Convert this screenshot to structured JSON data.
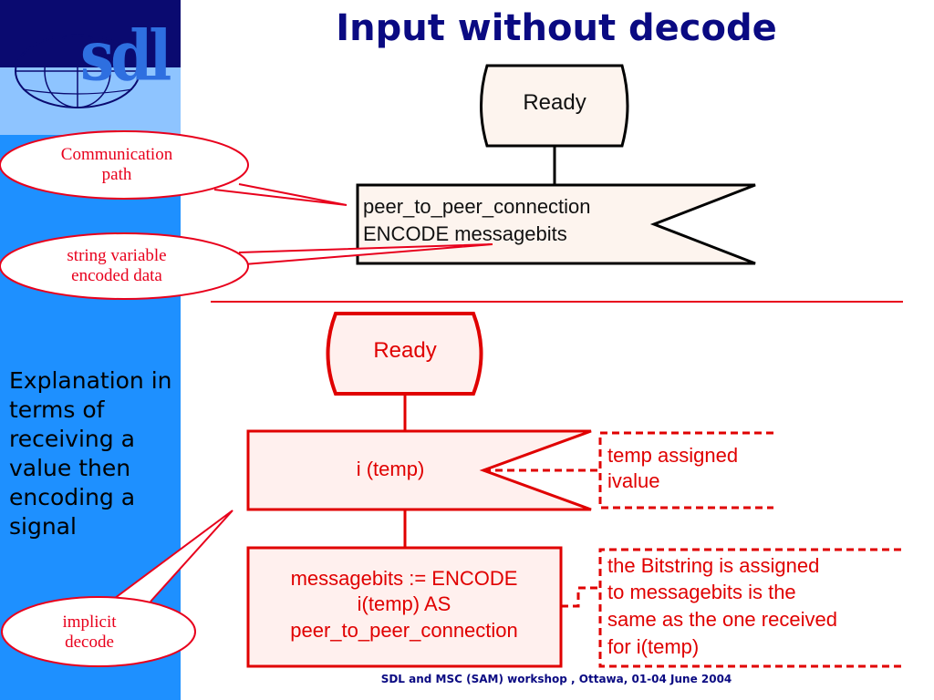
{
  "slide": {
    "title": "Input without decode",
    "logo_text": "sdl",
    "explanation": "Explanation in terms of receiving a value then encoding a signal",
    "footer": "SDL and MSC (SAM) workshop , Ottawa, 01-04 June 2004"
  },
  "top_diagram": {
    "state_label": "Ready",
    "input_line1": "peer_to_peer_connection",
    "input_line2": "ENCODE messagebits"
  },
  "bottom_diagram": {
    "state_label": "Ready",
    "input_label": "i (temp)",
    "task_line1": "messagebits := ENCODE",
    "task_line2": "i(temp)  AS",
    "task_line3": "peer_to_peer_connection"
  },
  "comments": {
    "comment1_line1": "temp assigned",
    "comment1_line2": "ivalue",
    "comment2_line1": "the Bitstring is assigned",
    "comment2_line2": "to messagebits is the",
    "comment2_line3": "same as the one received",
    "comment2_line4": "for i(temp)"
  },
  "callouts": {
    "communication_line1": "Communication",
    "communication_line2": "path",
    "string_line1": "string variable",
    "string_line2": "encoded data",
    "implicit_line1": "implicit",
    "implicit_line2": "decode"
  },
  "colors": {
    "sidebar": "#1e90ff",
    "title": "#0a0a82",
    "callout": "#e8001c",
    "box_fill": "#fdf4ee",
    "bottom_box_fill": "#fff0ee",
    "bottom_stroke": "#e00000"
  }
}
